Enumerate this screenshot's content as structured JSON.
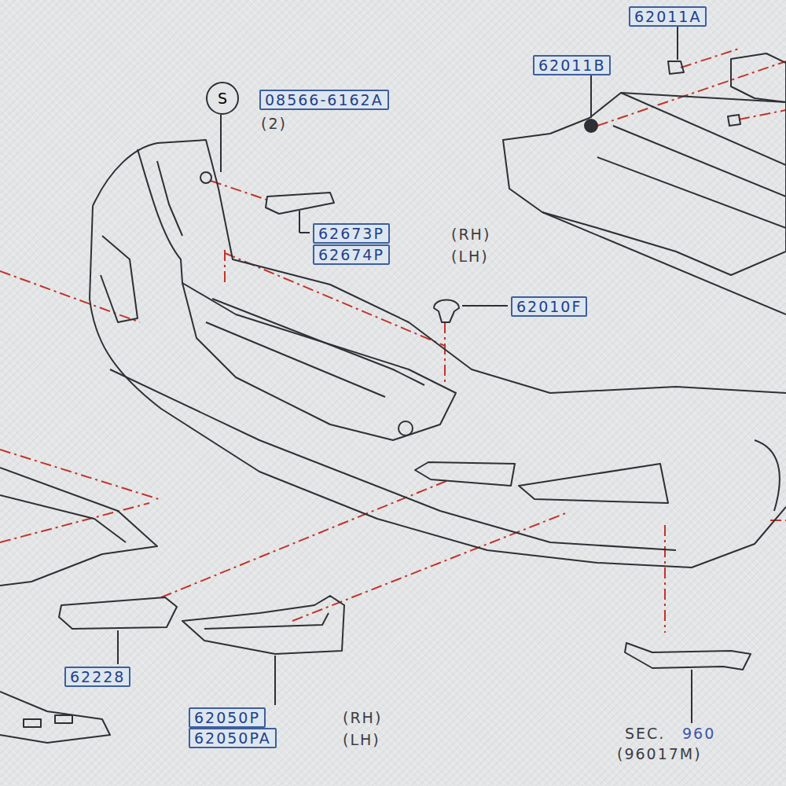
{
  "diagram": {
    "labels": [
      "62011A",
      "62011B",
      "S",
      "08566-6162A",
      "(2)",
      "62673P",
      "(RH)",
      "62674P",
      "(LH)",
      "62010F",
      "62228",
      "62050P",
      "(RH)",
      "62050PA",
      "(LH)",
      "SEC.",
      "960",
      "(96017M)"
    ]
  }
}
